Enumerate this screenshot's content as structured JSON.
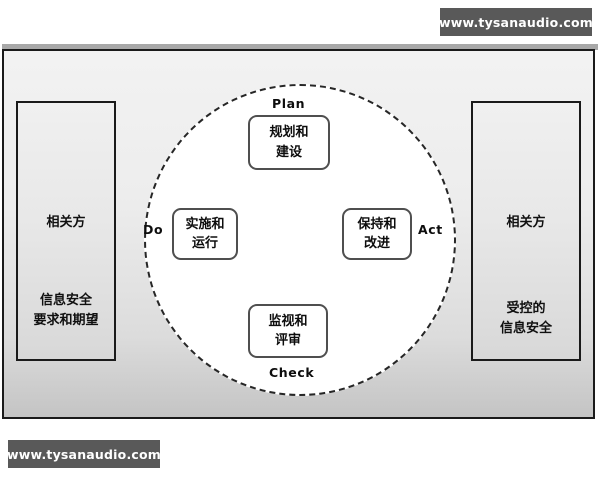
{
  "watermarks": {
    "top": "www.tysanaudio.com",
    "bottom": "www.tysanaudio.com"
  },
  "panels": {
    "left": {
      "title": "相关方",
      "subtitle_line1": "信息安全",
      "subtitle_line2": "要求和期望"
    },
    "right": {
      "title": "相关方",
      "subtitle_line1": "受控的",
      "subtitle_line2": "信息安全"
    }
  },
  "cycle": {
    "stages": [
      {
        "id": "plan",
        "label": "Plan",
        "line1": "规划和",
        "line2": "建设"
      },
      {
        "id": "do",
        "label": "Do",
        "line1": "实施和",
        "line2": "运行"
      },
      {
        "id": "act",
        "label": "Act",
        "line1": "保持和",
        "line2": "改进"
      },
      {
        "id": "check",
        "label": "Check",
        "line1": "监视和",
        "line2": "评审"
      }
    ]
  },
  "colors": {
    "watermark_bg": "#595959",
    "watermark_text": "#ffffff",
    "frame_border": "#1a1a1a",
    "circle_border": "#262626",
    "box_border": "#4f4f4f",
    "box_fill": "#ffffff",
    "text": "#0d0d0d"
  }
}
